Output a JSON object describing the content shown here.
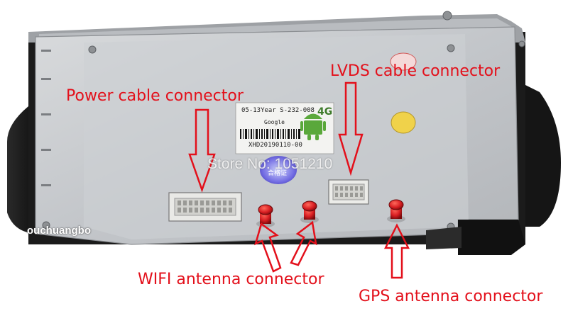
{
  "labels": {
    "power": "Power cable connector",
    "lvds": "LVDS cable connector",
    "wifi": "WIFI antenna connector",
    "gps": "GPS antenna connector"
  },
  "watermarks": {
    "store": "Store No: 1051210",
    "name": "ouchuangbo"
  },
  "sticker": {
    "model": "05-13Year S-232-008",
    "brand": "Google",
    "network": "4G",
    "serial": "XHD20190110-00",
    "qc_stamp": "合格证"
  },
  "colors": {
    "label": "#e3101b",
    "connector_red": "#d81e22",
    "panel": "#c9ccd0"
  }
}
